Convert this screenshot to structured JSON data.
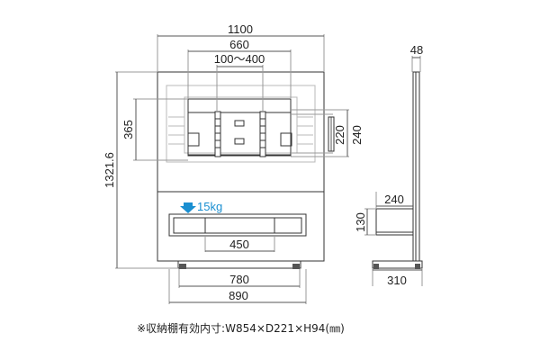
{
  "front_view": {
    "width_total": "1100",
    "width_mount": "660",
    "vesa_range": "100〜400",
    "height_total": "1321.6",
    "mount_height": "365",
    "shelf_weight": "15kg",
    "shelf_width": "450",
    "base_inner": "780",
    "base_outer": "890"
  },
  "side_view": {
    "thickness": "48",
    "vesa_h1": "220",
    "vesa_h2": "240",
    "shelf_depth": "240",
    "shelf_height": "130",
    "base_depth": "310"
  },
  "note": "※収納棚有効内寸:W854×D221×H94(㎜)",
  "colors": {
    "weight_accent": "#1a8fd1"
  }
}
